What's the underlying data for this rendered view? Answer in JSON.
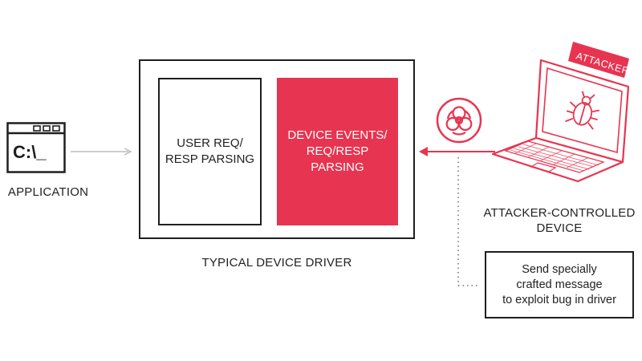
{
  "application": {
    "label": "APPLICATION",
    "prompt": "C:\\_"
  },
  "driver": {
    "label": "TYPICAL DEVICE DRIVER",
    "user_box": "USER REQ/\nRESP PARSING",
    "device_box": "DEVICE EVENTS/\nREQ/RESP\nPARSING"
  },
  "attacker": {
    "tag": "ATTACKER",
    "device_label": "ATTACKER-CONTROLLED\nDEVICE",
    "message": "Send specially\ncrafted message\nto exploit bug in driver"
  },
  "colors": {
    "accent": "#e73450",
    "stroke": "#1f1f1f",
    "arrow_gray": "#bbbbbb"
  },
  "icons": [
    "terminal-window-icon",
    "biohazard-icon",
    "bug-icon",
    "laptop-icon"
  ]
}
